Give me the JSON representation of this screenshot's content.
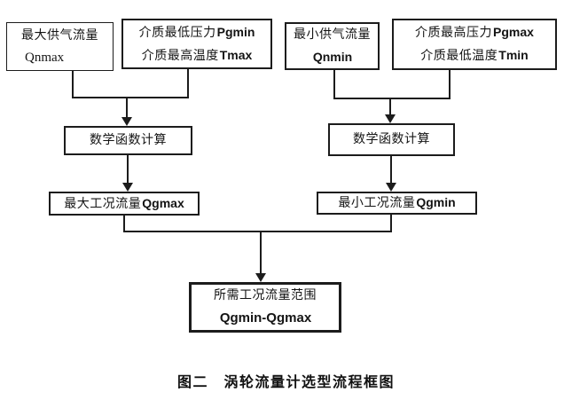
{
  "title": "涡轮流量计选型流程框图",
  "nodes": {
    "supply_max": {
      "line1": "最大供气流量",
      "line2": "Qnmax"
    },
    "pressure_min_temp_max": {
      "line1_zh": "介质最低压力",
      "line1_en": "Pgmin",
      "line2_zh": "介质最高温度",
      "line2_en": "Tmax"
    },
    "supply_min": {
      "line1": "最小供气流量",
      "line2": "Qnmin"
    },
    "pressure_max_temp_min": {
      "line1_zh": "介质最高压力",
      "line1_en": "Pgmax",
      "line2_zh": "介质最低温度",
      "line2_en": "Tmin"
    },
    "math_calc_left": {
      "label": "数学函数计算"
    },
    "math_calc_right": {
      "label": "数学函数计算"
    },
    "flow_max": {
      "label_zh": "最大工况流量",
      "label_en": "Qgmax"
    },
    "flow_min": {
      "label_zh": "最小工况流量",
      "label_en": "Qgmin"
    },
    "result": {
      "line1": "所需工况流量范围",
      "line2": "Qgmin-Qgmax"
    }
  },
  "edges": [
    [
      "supply_max",
      "math_calc_left"
    ],
    [
      "pressure_min_temp_max",
      "math_calc_left"
    ],
    [
      "supply_min",
      "math_calc_right"
    ],
    [
      "pressure_max_temp_min",
      "math_calc_right"
    ],
    [
      "math_calc_left",
      "flow_max"
    ],
    [
      "math_calc_right",
      "flow_min"
    ],
    [
      "flow_max",
      "result"
    ],
    [
      "flow_min",
      "result"
    ]
  ],
  "caption": "图二　涡轮流量计选型流程框图",
  "colors": {
    "ink": "#1c1c1c",
    "background": "#ffffff"
  }
}
